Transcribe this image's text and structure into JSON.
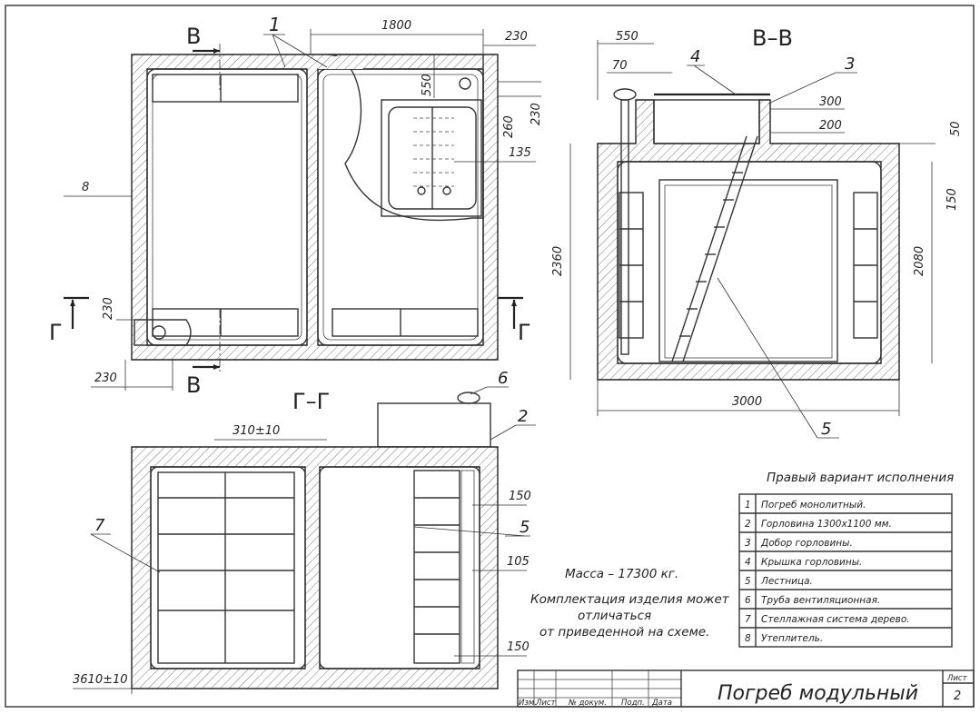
{
  "views": {
    "section_bb": "В–В",
    "section_gg": "Г–Г",
    "cut_b_top": "В",
    "cut_b_bottom": "В",
    "cut_g_left": "Г",
    "cut_g_right": "Г"
  },
  "dims": {
    "d1800": "1800",
    "d230_top": "230",
    "d550_plan": "550",
    "d260": "260",
    "d230_right": "230",
    "d135": "135",
    "d230_left_v": "230",
    "d230_left_h": "230",
    "d550_bb": "550",
    "d70": "70",
    "d300": "300",
    "d200": "200",
    "d50": "50",
    "d150_bb": "150",
    "d2360": "2360",
    "d2080": "2080",
    "d3000": "3000",
    "d310": "310±10",
    "d150_gg_top": "150",
    "d105": "105",
    "d150_gg_bottom": "150",
    "d3610": "3610±10"
  },
  "leaders": {
    "p1": "1",
    "p2": "2",
    "p3": "3",
    "p4": "4",
    "p5_bb": "5",
    "p5_gg": "5",
    "p6": "6",
    "p7": "7",
    "p8": "8"
  },
  "notes": {
    "mass": "Масса – 17300 кг.",
    "kit_line1": "Комплектация изделия может",
    "kit_line2": "отличаться",
    "kit_line3": "от приведенной на схеме."
  },
  "legend": {
    "heading": "Правый вариант исполнения",
    "items": [
      {
        "num": "1",
        "text": "Погреб монолитный."
      },
      {
        "num": "2",
        "text": "Горловина 1300х1100 мм."
      },
      {
        "num": "3",
        "text": "Добор горловины."
      },
      {
        "num": "4",
        "text": "Крышка горловины."
      },
      {
        "num": "5",
        "text": "Лестница."
      },
      {
        "num": "6",
        "text": "Труба вентиляционная."
      },
      {
        "num": "7",
        "text": "Стеллажная система дерево."
      },
      {
        "num": "8",
        "text": "Утеплитель."
      }
    ]
  },
  "title_block": {
    "title": "Погреб модульный",
    "col_izm": "Изм.",
    "col_list": "Лист",
    "col_doc": "№ докум.",
    "col_podp": "Подп.",
    "col_date": "Дата",
    "sheet_label": "Лист",
    "sheet_number": "2"
  }
}
